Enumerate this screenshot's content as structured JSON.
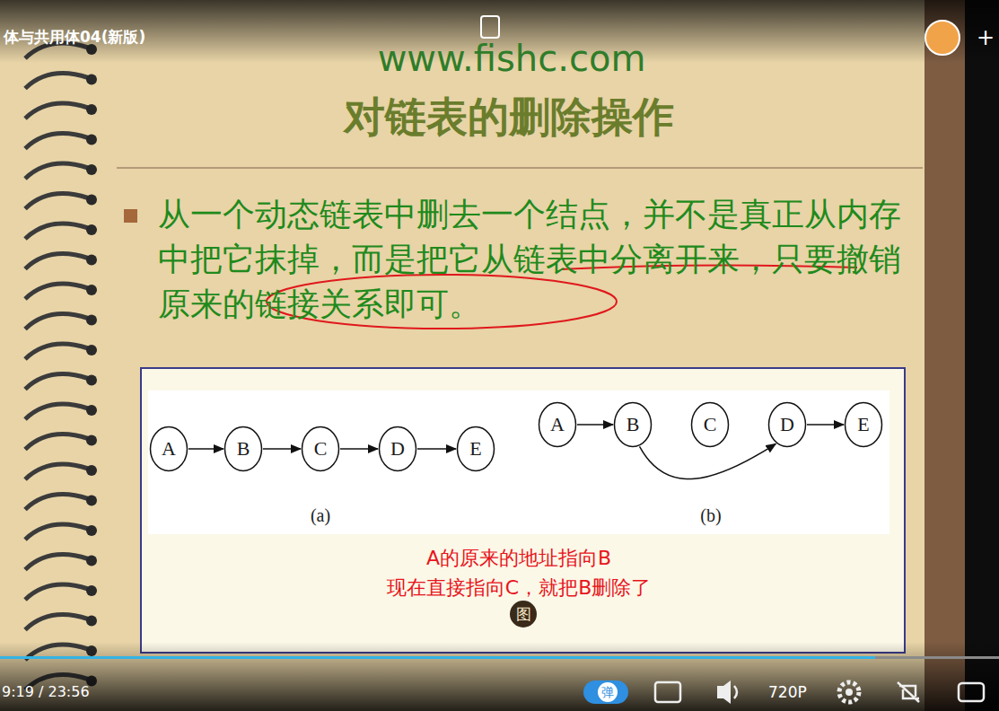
{
  "diagram": {
    "title": "对链表的删除操作",
    "nodes": [
      {
        "text": [
          "A"
        ]
      },
      {
        "text": [
          "B"
        ]
      },
      {
        "text": [
          "C"
        ]
      },
      {
        "text": [
          "D"
        ]
      },
      {
        "text": [
          "E"
        ]
      },
      {
        "text": [
          "A"
        ]
      },
      {
        "text": [
          "B"
        ]
      },
      {
        "text": [
          "C"
        ]
      },
      {
        "text": [
          "D"
        ]
      },
      {
        "text": [
          "E"
        ]
      }
    ],
    "edges": [
      {
        "from": 0,
        "to": 1,
        "arrow": "to"
      },
      {
        "from": 1,
        "to": 2,
        "arrow": "to"
      },
      {
        "from": 2,
        "to": 3,
        "arrow": "to"
      },
      {
        "from": 3,
        "to": 4,
        "arrow": "to"
      },
      {
        "from": 5,
        "to": 6,
        "arrow": "to"
      },
      {
        "from": 6,
        "to": 8,
        "arrow": "to"
      },
      {
        "from": 8,
        "to": 9,
        "arrow": "to"
      }
    ],
    "labels": [
      "体与共用体04(新版)",
      "www.fishc.com",
      "从一个动态链表中删去一个结点，并不是真正从内存中把它抹掉，而是把它从链表中分离开来，只要撤销原来的链接关系即可。",
      "(a)",
      "(b)",
      "A的原来的地址指向B",
      "现在直接指向C，就把B删除了",
      "图",
      "9:19 / 23:56",
      "弹",
      "720P",
      "+"
    ]
  }
}
